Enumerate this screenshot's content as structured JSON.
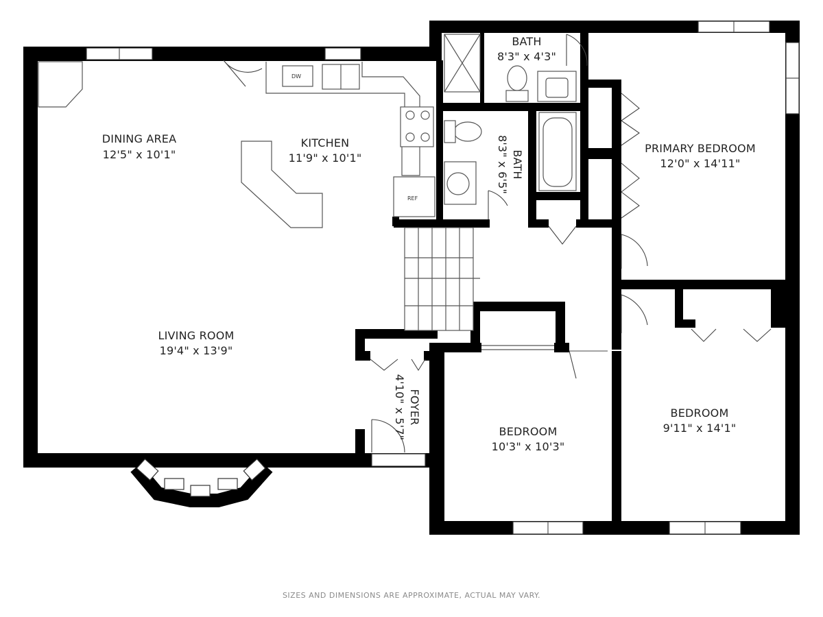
{
  "rooms": {
    "dining": {
      "name": "DINING AREA",
      "dims": "12'5\" x 10'1\""
    },
    "kitchen": {
      "name": "KITCHEN",
      "dims": "11'9\" x 10'1\""
    },
    "living": {
      "name": "LIVING ROOM",
      "dims": "19'4\" x 13'9\""
    },
    "foyer": {
      "name": "FOYER",
      "dims": "4'10\" x 5'7\""
    },
    "bath_top": {
      "name": "BATH",
      "dims": "8'3\" x 4'3\""
    },
    "bath_mid": {
      "name": "BATH",
      "dims": "8'3\" x 6'5\""
    },
    "primary_bedroom": {
      "name": "PRIMARY BEDROOM",
      "dims": "12'0\" x 14'11\""
    },
    "bedroom_center": {
      "name": "BEDROOM",
      "dims": "10'3\" x 10'3\""
    },
    "bedroom_right": {
      "name": "BEDROOM",
      "dims": "9'11\" x 14'1\""
    }
  },
  "fixtures": {
    "dishwasher": "DW",
    "refrigerator": "REF"
  },
  "disclaimer": "SIZES AND DIMENSIONS ARE APPROXIMATE, ACTUAL MAY VARY.",
  "colors": {
    "wall": "#000000",
    "background": "#ffffff",
    "disclaimer": "#8a8a8a"
  }
}
